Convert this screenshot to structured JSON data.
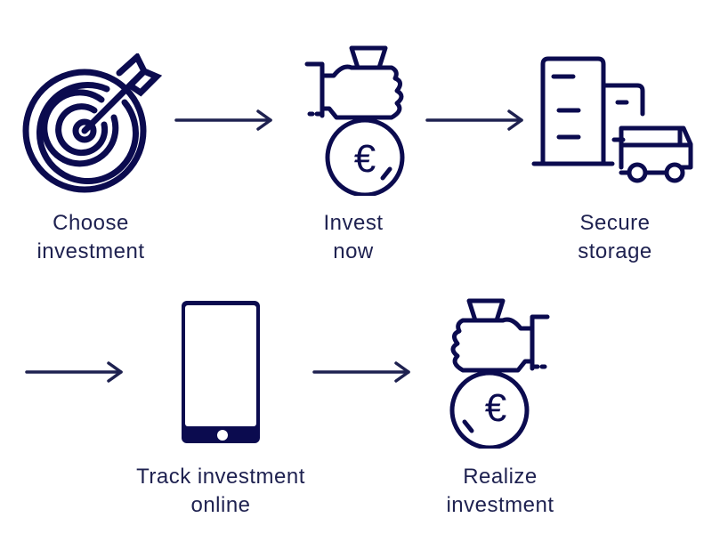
{
  "colors": {
    "icon": "#0b0b4f",
    "text": "#1e2150",
    "arrow": "#1e2150"
  },
  "steps": [
    {
      "icon": "target-icon",
      "line1": "Choose",
      "line2": "investment"
    },
    {
      "icon": "hand-money-bag-euro-icon",
      "line1": "Invest",
      "line2": "now"
    },
    {
      "icon": "warehouse-truck-icon",
      "line1": "Secure",
      "line2": "storage"
    },
    {
      "icon": "smartphone-icon",
      "line1": "Track investment",
      "line2": "online"
    },
    {
      "icon": "hand-money-bag-euro-icon",
      "line1": "Realize",
      "line2": "investment"
    }
  ],
  "currency_symbol": "€"
}
